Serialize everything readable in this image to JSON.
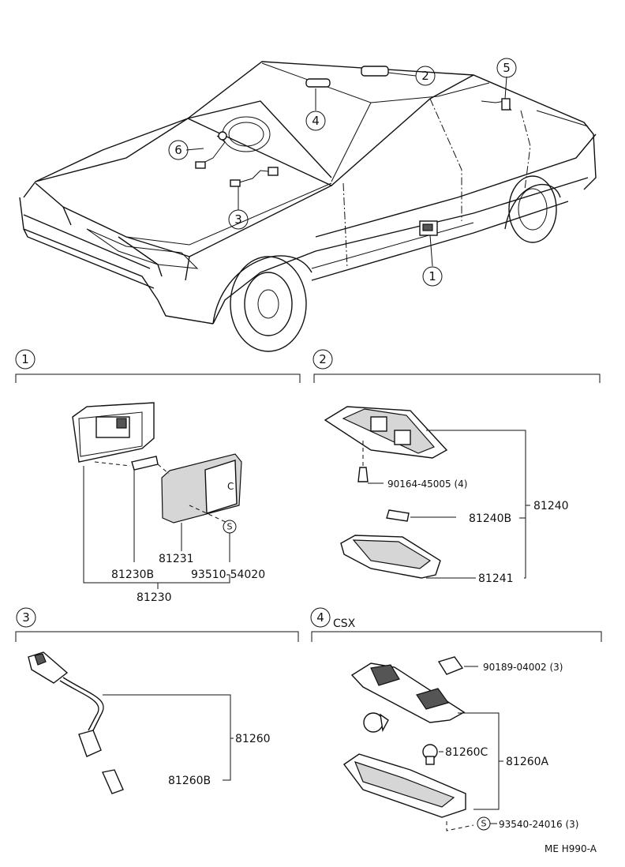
{
  "overview": {
    "callouts": [
      "1",
      "2",
      "3",
      "4",
      "5",
      "6"
    ]
  },
  "sections": [
    {
      "number": "1",
      "suffix": "",
      "labels": {
        "bulb": "81230B",
        "lens": "81231",
        "screw": "93510-54020",
        "assy": "81230"
      }
    },
    {
      "number": "2",
      "suffix": "",
      "labels": {
        "screw": "90164-45005 (4)",
        "bulb": "81240B",
        "assy": "81240",
        "lens": "81241"
      }
    },
    {
      "number": "3",
      "suffix": "",
      "labels": {
        "assy": "81260",
        "bulb": "81260B"
      }
    },
    {
      "number": "4",
      "suffix": "CSX",
      "labels": {
        "clip": "90189-04002 (3)",
        "socket": "81260C",
        "assy": "81260A",
        "screw": "93540-24016 (3)"
      }
    }
  ],
  "screw_symbol": "S",
  "drawing_code": "ME H990-A"
}
